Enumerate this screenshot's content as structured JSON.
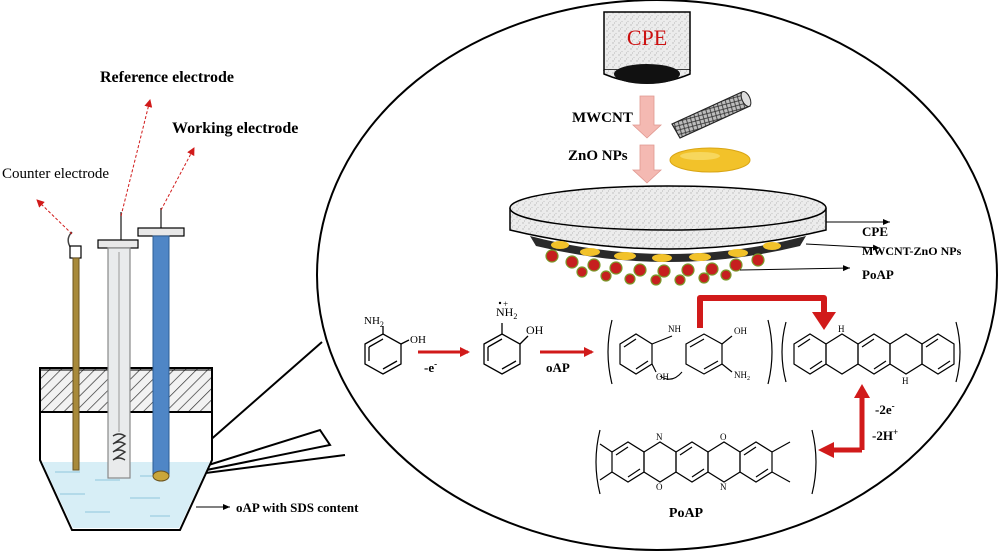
{
  "labels": {
    "reference_electrode": "Reference electrode",
    "working_electrode": "Working electrode",
    "counter_electrode": "Counter electrode",
    "solution": "oAP with SDS content",
    "cpe_top": "CPE",
    "mwcnt": "MWCNT",
    "zno": "ZnO NPs",
    "layer_cpe": "CPE",
    "layer_mwcnt_zno": "MWCNT-ZnO  NPs",
    "layer_poap": "PoAP",
    "minus_e": "-e",
    "oap": "oAP",
    "minus_2e": "-2e",
    "minus_2h": "-2H",
    "poap_bottom": "PoAP"
  },
  "chem": {
    "nh2": "NH",
    "oh": "OH",
    "nh": "NH",
    "n": "N",
    "h": "H",
    "o": "O"
  },
  "colors": {
    "arrow_red": "#d11a1a",
    "cpe_text": "#cc1111",
    "electrode_blue": "#4f86c6",
    "electrode_gold": "#a88a3a",
    "solution": "#d7eef6",
    "zno": "#f2c22a",
    "poap_red": "#c61f1f",
    "pink_arrow": "#f4b9b2"
  }
}
